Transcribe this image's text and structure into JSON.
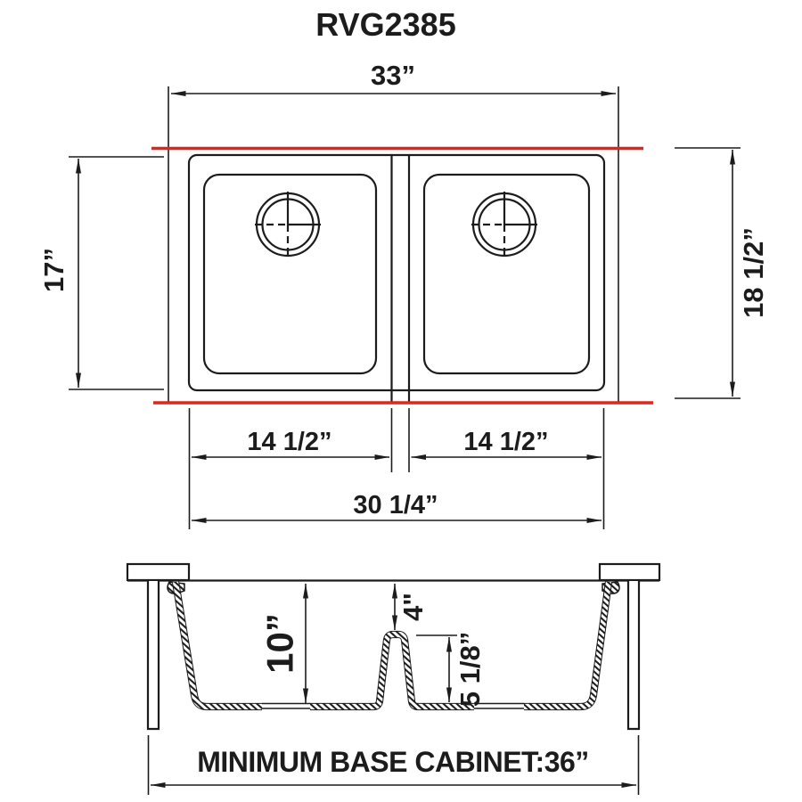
{
  "title": "RVG2385",
  "colors": {
    "ink": "#1c1c1c",
    "red": "#e0251c",
    "bg": "#ffffff"
  },
  "top_view": {
    "overall_width_label": "33”",
    "left_depth_label": "17”",
    "right_depth_label": "18 1/2”",
    "bowl_width_labels": [
      "14 1/2”",
      "14 1/2”"
    ],
    "inner_width_label": "30 1/4”"
  },
  "section_view": {
    "bowl_depth_label": "10”",
    "divider_clearance_label": "4\"",
    "divider_height_label": "5 1/8”",
    "cabinet_label": "MINIMUM BASE CABINET:36”"
  }
}
